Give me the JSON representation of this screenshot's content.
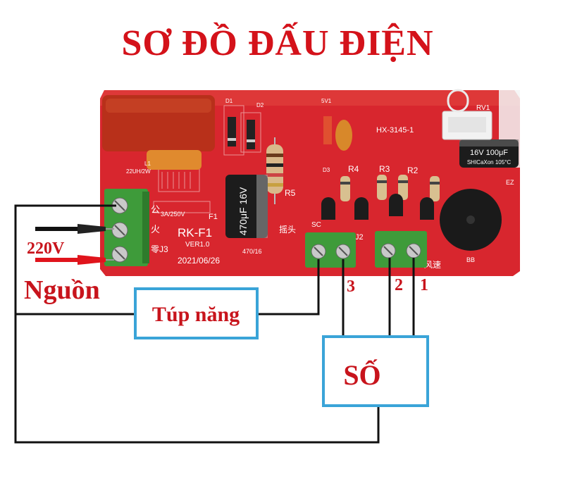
{
  "title": "SƠ ĐỒ ĐẤU ĐIỆN",
  "labels": {
    "voltage": "220V",
    "source": "Nguồn",
    "capacitor": "Túp năng",
    "speed": "SỐ",
    "terminal_3": "3",
    "terminal_2": "2",
    "terminal_1": "1"
  },
  "pcb": {
    "model": "HX-3145-1",
    "board": "RK-F1",
    "version": "VER1.0",
    "date": "2021/06/26",
    "fuse": "3A/250V",
    "fuse_id": "F1",
    "inductor": "L1",
    "inductor_value": "22UH/2W",
    "cap_main": "470μF 16V",
    "cap_small": "16V 100μF",
    "cap_small_brand": "SHICaXon 105°C",
    "bottom_cap_value": "470/16",
    "terminal_l": "公",
    "terminal_n": "火",
    "terminal_z": "零J3",
    "swing": "摇头",
    "wind": "风速",
    "j2": "J2",
    "rv1": "RV1",
    "d1": "D1",
    "d2": "D2",
    "d3": "D3",
    "zv1": "5V1",
    "r2": "R2",
    "r3": "R3",
    "r4": "R4",
    "r5": "R5",
    "bb": "BB",
    "ez": "EZ",
    "sc": "SC"
  },
  "colors": {
    "title": "#d4121a",
    "pcb": "#d8262e",
    "terminal": "#3e9b3a",
    "box": "#3aa4d8",
    "wire": "#111111"
  }
}
